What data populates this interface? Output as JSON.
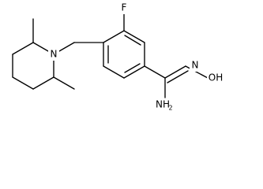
{
  "molecule": {
    "atoms": {
      "nitrogen_ring": "N",
      "fluorine": "F",
      "imine_nitrogen": "N",
      "hydroxyl": "OH",
      "amine_main": "NH",
      "amine_subscript": "2"
    }
  }
}
